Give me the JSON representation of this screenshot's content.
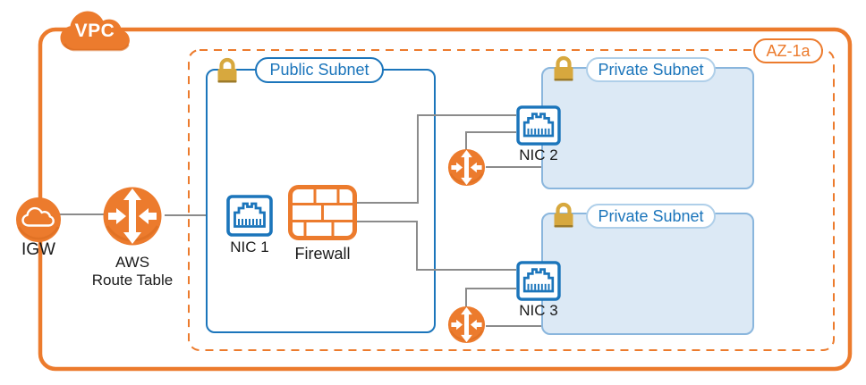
{
  "colors": {
    "orange": "#EC7B2D",
    "orange_dark": "#D96B1F",
    "blue": "#1B75BB",
    "subnet_fill": "#DCE9F5",
    "subnet_border": "#8AB6DD",
    "pill_light_border": "#AFCFE9",
    "gold": "#D7A83E",
    "gold_dark": "#9C7A2A",
    "line_gray": "#8B8B8B",
    "label_color": "#1A1A1A"
  },
  "vpc": {
    "label": "VPC"
  },
  "az": {
    "label": "AZ-1a"
  },
  "subnets": {
    "public": {
      "label": "Public Subnet"
    },
    "private1": {
      "label": "Private Subnet"
    },
    "private2": {
      "label": "Private Subnet"
    }
  },
  "nodes": {
    "igw": {
      "label": "IGW"
    },
    "route_table": {
      "label": "AWS\nRoute Table"
    },
    "nic1": {
      "label": "NIC 1"
    },
    "firewall": {
      "label": "Firewall"
    },
    "nic2": {
      "label": "NIC 2"
    },
    "nic3": {
      "label": "NIC 3"
    }
  },
  "icons": {
    "vpc_cloud": "cloud-icon",
    "igw": "cloud-icon",
    "route_table": "route-arrows-icon",
    "routers": "route-arrows-icon",
    "locks": "lock-icon",
    "nics": "ethernet-port-icon",
    "firewall": "brick-wall-icon"
  }
}
